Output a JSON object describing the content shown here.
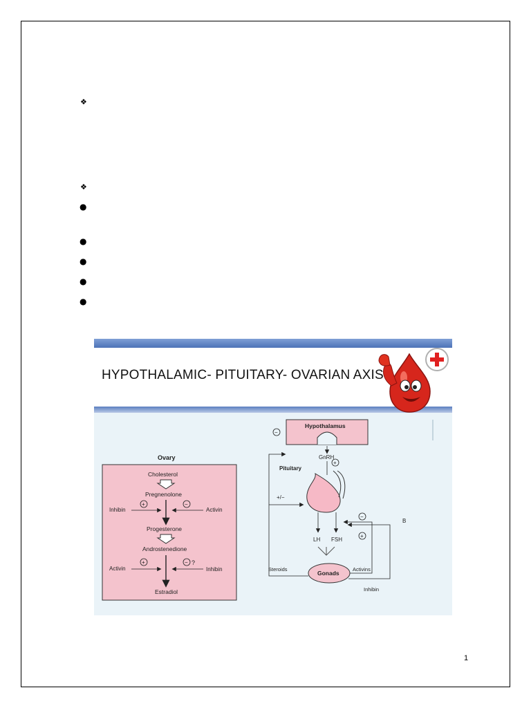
{
  "bullets": {
    "diamond_marks": [
      "❖",
      "❖"
    ],
    "dot_marks": [
      "●",
      "●",
      "●",
      "●",
      "●"
    ]
  },
  "slide": {
    "title": "HYPOTHALAMIC- PITUITARY- OVARIAN AXIS"
  },
  "ovary_panel": {
    "heading": "Ovary",
    "cholesterol": "Cholesterol",
    "pregnenolone": "Pregnenolone",
    "inhibin_left": "Inhibin",
    "activin_right": "Activin",
    "progesterone": "Progesterone",
    "androstenedione": "Androstenedione",
    "activin_left": "Activin",
    "inhibin_right": "Inhibin",
    "question": "?",
    "estradiol": "Estradiol",
    "plus": "+",
    "minus": "−"
  },
  "axis_panel": {
    "hypothalamus": "Hypothalamus",
    "gnrh": "GnRH",
    "pituitary": "Pituitary",
    "plus_minus": "+/−",
    "lh": "LH",
    "fsh": "FSH",
    "b_label": "B",
    "steroids": "Steroids",
    "activins": "Activins",
    "gonads": "Gonads",
    "inhibin": "Inhibin",
    "plus": "+",
    "minus": "−"
  },
  "page_number": "1"
}
